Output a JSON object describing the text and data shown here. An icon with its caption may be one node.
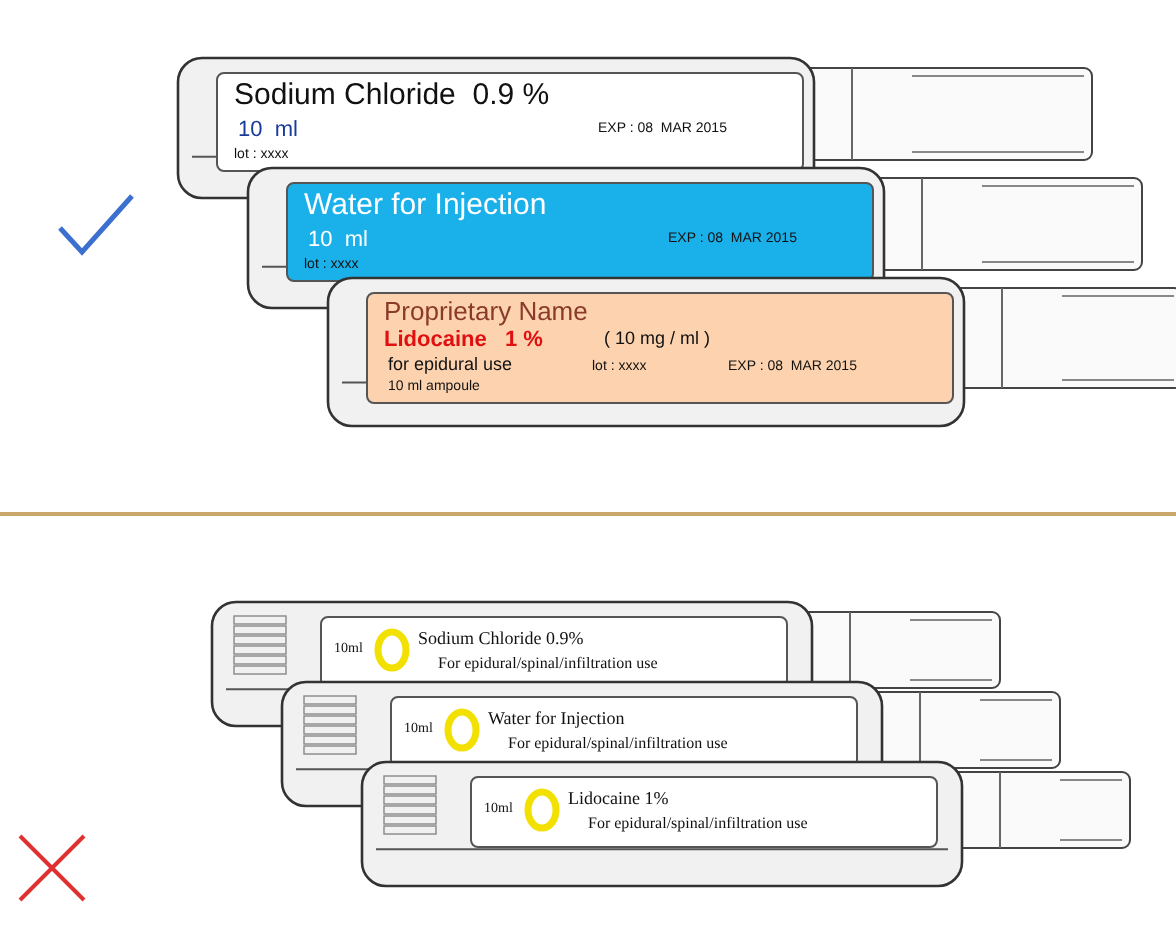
{
  "diagram": {
    "labels": [
      "Sodium Chloride  0.9 %",
      "10  ml",
      "EXP : 08  MAR 2015",
      "lot : xxxx",
      "Water for Injection",
      "10  ml",
      "EXP : 08  MAR 2015",
      "lot : xxxx",
      "Proprietary Name",
      "Lidocaine   1 %",
      "( 10 mg / ml )",
      "for epidural use",
      "lot : xxxx",
      "EXP : 08  MAR 2015",
      "10 ml ampoule",
      "10ml",
      "Sodium Chloride 0.9%",
      "For epidural/spinal/infiltration use",
      "10ml",
      "Water for Injection",
      "For epidural/spinal/infiltration use",
      "10ml",
      "Lidocaine 1%",
      "For epidural/spinal/infiltration use"
    ]
  }
}
